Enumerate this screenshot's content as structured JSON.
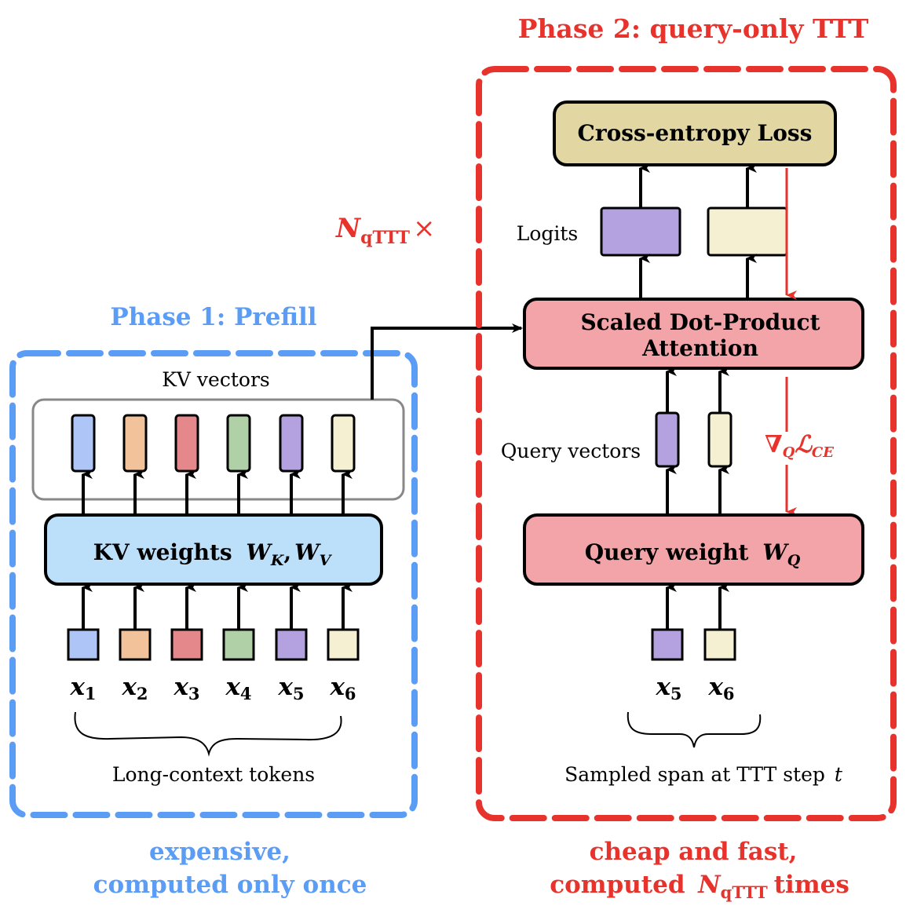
{
  "colors": {
    "phase1": "#5b9cf5",
    "phase2": "#e8332d",
    "token_colors": [
      "#adc6f7",
      "#f2c39a",
      "#e4888c",
      "#b0d0a8",
      "#b4a1e0",
      "#f5f0d2"
    ],
    "loss_box": "#e2d7a2",
    "attention_box": "#f2a4a8",
    "kv_weights_box": "#bde0fa",
    "kv_vectors_border": "#888888"
  },
  "phase1": {
    "title": "Phase 1: Prefill",
    "kv_vectors_label": "KV vectors",
    "kv_weights_label": "KV weights",
    "kv_weights_math_1": "W",
    "kv_weights_sub_1": "K",
    "kv_weights_sep": ",",
    "kv_weights_math_2": "W",
    "kv_weights_sub_2": "V",
    "tokens": [
      {
        "var": "x",
        "sub": "1"
      },
      {
        "var": "x",
        "sub": "2"
      },
      {
        "var": "x",
        "sub": "3"
      },
      {
        "var": "x",
        "sub": "4"
      },
      {
        "var": "x",
        "sub": "5"
      },
      {
        "var": "x",
        "sub": "6"
      }
    ],
    "brace_label": "Long-context tokens",
    "caption_line1": "expensive,",
    "caption_line2": "computed only once"
  },
  "phase2": {
    "title": "Phase 2: query-only TTT",
    "repeat_label_var": "N",
    "repeat_label_sub": "qTTT",
    "repeat_label_times": "×",
    "loss_label": "Cross-entropy Loss",
    "logits_label": "Logits",
    "attention_line1": "Scaled Dot-Product",
    "attention_line2": "Attention",
    "query_vectors_label": "Query vectors",
    "gradient_nabla": "∇",
    "gradient_sub": "Q",
    "gradient_L": "ℒ",
    "gradient_L_sub": "CE",
    "query_weight_label": "Query weight",
    "query_weight_math": "W",
    "query_weight_sub": "Q",
    "tokens": [
      {
        "var": "x",
        "sub": "5"
      },
      {
        "var": "x",
        "sub": "6"
      }
    ],
    "brace_label_text": "Sampled span at TTT step",
    "brace_label_var": "t",
    "caption_line1": "cheap and fast,",
    "caption_line2_pre": "computed",
    "caption_line2_var": "N",
    "caption_line2_sub": "qTTT",
    "caption_line2_post": "times"
  }
}
